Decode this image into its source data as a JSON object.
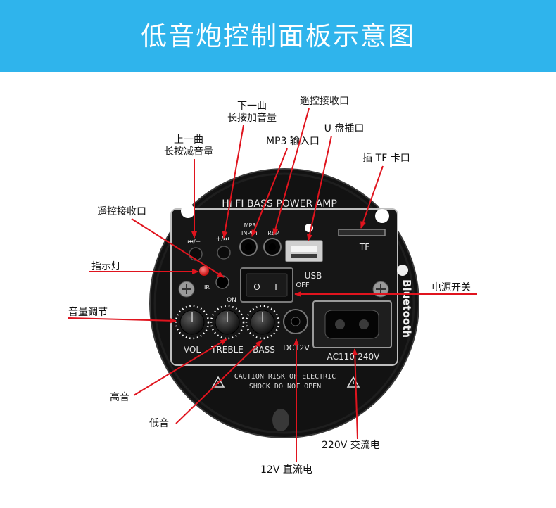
{
  "header": {
    "title": "低音炮控制面板示意图"
  },
  "panel": {
    "brand": "HI FI BASS POWER AMP",
    "prev_label": "⏮/−",
    "next_label": "+/⏭",
    "mp3_label": "MP3",
    "input_label": "INPUT",
    "rem_label": "REM",
    "tf_label": "TF",
    "usb_label": "USB",
    "off_label": "OFF",
    "on_label": "ON",
    "ir_label": "IR",
    "vol_label": "VOL",
    "treble_label": "TREBLE",
    "bass_label": "BASS",
    "dc_label": "DC12V",
    "ac_label": "AC110-240V",
    "warn_line1": "CAUTION RISK OF ELECTRIC",
    "warn_line2": "SHOCK DO NOT OPEN",
    "bluetooth_label": "Bluetooth",
    "switch_o": "O",
    "switch_i": "I"
  },
  "callouts": {
    "prev_line1": "上一曲",
    "prev_line2": "长按减音量",
    "next_line1": "下一曲",
    "next_line2": "长按加音量",
    "remote_top": "遥控接收口",
    "mp3_input": "MP3 输入口",
    "usb_port": "U 盘插口",
    "tf_slot": "插 TF 卡口",
    "remote_left": "遥控接收口",
    "indicator": "指示灯",
    "volume": "音量调节",
    "power_switch": "电源开关",
    "treble": "高音",
    "bass": "低音",
    "ac_input": "220V 交流电",
    "dc_input": "12V 直流电"
  },
  "colors": {
    "banner": "#2fb4ec",
    "arrow": "#e0141e",
    "panel": "#121212",
    "led": "#e81818"
  }
}
